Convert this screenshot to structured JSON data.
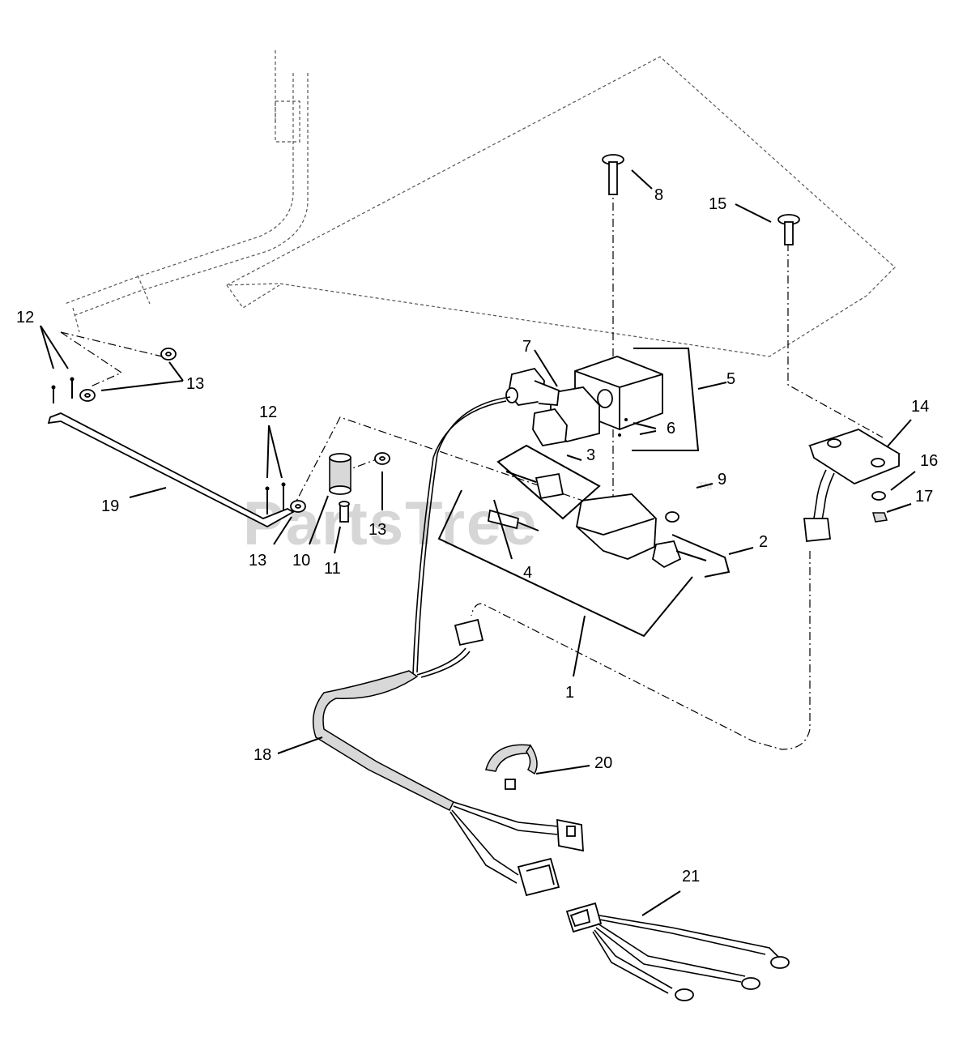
{
  "watermark": {
    "text": "PartsTree",
    "trademark": "TM"
  },
  "callouts": {
    "c1": "1",
    "c2": "2",
    "c3": "3",
    "c4": "4",
    "c5": "5",
    "c6": "6",
    "c7": "7",
    "c8": "8",
    "c9": "9",
    "c10": "10",
    "c11": "11",
    "c12a": "12",
    "c12b": "12",
    "c13a": "13",
    "c13b": "13",
    "c13c": "13",
    "c14": "14",
    "c15": "15",
    "c16": "16",
    "c17": "17",
    "c18": "18",
    "c19": "19",
    "c20": "20",
    "c21": "21"
  },
  "colors": {
    "line": "#000000",
    "watermark": "#d6d6d6",
    "background": "#ffffff"
  }
}
